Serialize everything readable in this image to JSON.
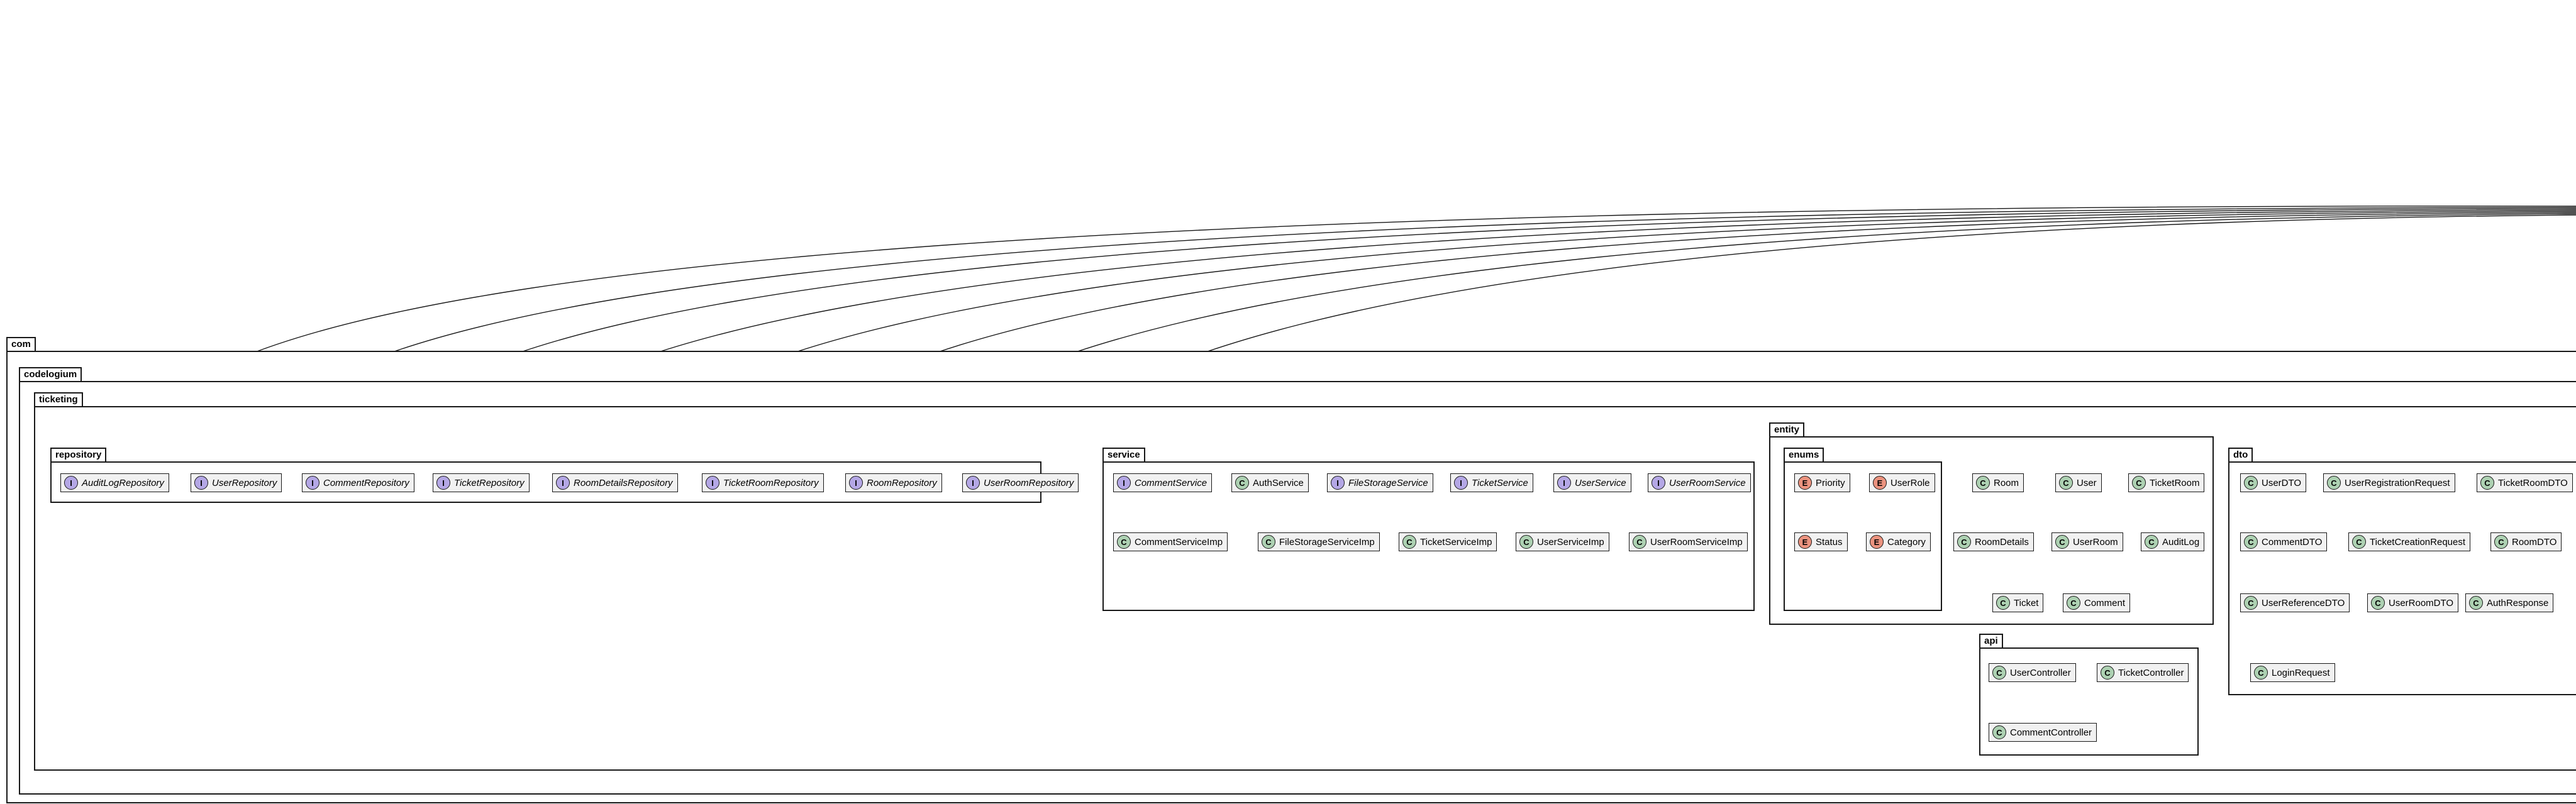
{
  "colors": {
    "class_glyph": "#add1b2",
    "interface_glyph": "#b4a7e5",
    "enum_glyph": "#eb937f",
    "box_fill": "#f1f1f1",
    "line": "#181818"
  },
  "packages": {
    "com": "com",
    "codelogium": "codelogium",
    "ticketing": "ticketing",
    "repository": "repository",
    "service": "service",
    "entity": "entity",
    "enums": "enums",
    "api": "api",
    "dto": "dto"
  },
  "glyphs": {
    "class": "C",
    "interface": "I",
    "enum": "E"
  },
  "repository": [
    "AuditLogRepository",
    "UserRepository",
    "CommentRepository",
    "TicketRepository",
    "RoomDetailsRepository",
    "TicketRoomRepository",
    "RoomRepository",
    "UserRoomRepository"
  ],
  "service": {
    "interfaces": [
      "CommentService",
      "FileStorageService",
      "TicketService",
      "UserService",
      "UserRoomService"
    ],
    "classes": [
      "AuthService"
    ],
    "implementations": [
      "CommentServiceImp",
      "FileStorageServiceImp",
      "TicketServiceImp",
      "UserServiceImp",
      "UserRoomServiceImp"
    ]
  },
  "enums": [
    "Priority",
    "UserRole",
    "Status",
    "Category"
  ],
  "entity": [
    "Room",
    "User",
    "TicketRoom",
    "RoomDetails",
    "UserRoom",
    "AuditLog",
    "Ticket",
    "Comment"
  ],
  "api": [
    "UserController",
    "TicketController",
    "CommentController"
  ],
  "dto": [
    "UserDTO",
    "UserRegistrationRequest",
    "TicketRoomDTO",
    "CommentDTO",
    "TicketCreationRequest",
    "RoomDTO",
    "UserReferenceDTO",
    "UserRoomDTO",
    "AuthResponse",
    "LoginRequest"
  ]
}
